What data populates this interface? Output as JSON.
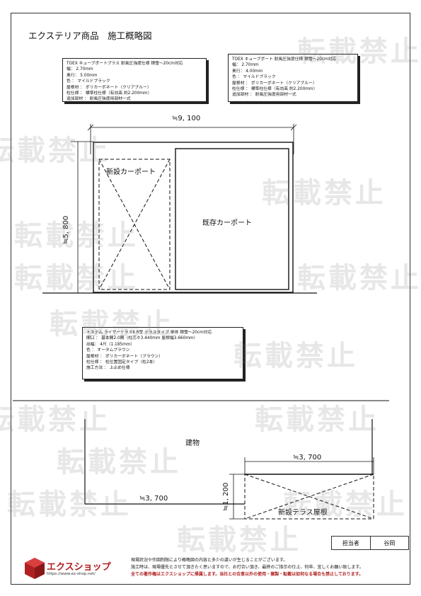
{
  "title": "エクステリア商品　施工概略図",
  "notes": {
    "carport_new": [
      "TOEX キューブポートプラス 耐風圧強度仕様 積雪～20cm対応",
      "幅： 2.70mm",
      "奥行： 5.00mm",
      "色 ： マイルドブラック",
      "屋根材 ： ポリカーボネート（クリアブルー）",
      "柱仕様 ： 標準柱仕様（有効高 約2.200mm）",
      "追加部材 ： 耐風圧強度用部材一式"
    ],
    "carport_existing": [
      "TOEX キューブポート 耐風圧強度仕様 積雪～20cm対応",
      "幅： 2.70mm",
      "奥行： 4.00mm",
      "色 ： マイルドブラック",
      "屋根材 ： ポリカーボネート（クリアブルー）",
      "柱仕様 ： 標準柱仕様（有効高 約2.200mm）",
      "追加部材 ： 耐風圧強度用部材一式"
    ],
    "terrace": [
      "トステム ライザーテラスII R型 テラスタイプ 単体 積雪～20cm対応",
      "間口 ： 基本間2.0間（柱芯々3.440mm 屋根幅3.660mm）",
      "出幅： 4尺（1.185mm）",
      "色 ： オータムブラウン",
      "屋根材 ： ポリカーボネート（ブラウン）",
      "柱仕様 ： 柱位置固定タイプ（柱2本）",
      "施工方法 ： 上止め仕様"
    ]
  },
  "labels": {
    "width_top": "≒9, 100",
    "height_left": "≒5, 800",
    "new_carport": "新設カーポート",
    "existing_carport": "既存カーポート",
    "building": "建物",
    "terrace_width_top": "≒3, 700",
    "terrace_depth": "≒1, 200",
    "terrace_width_bottom": "≒3, 700",
    "new_terrace": "新設テラス屋根"
  },
  "watermark": "転載禁止",
  "footer": {
    "logo_text": "エクスショップ",
    "logo_url": "https://www.ex-shop.net/",
    "line1": "現場状況や作図制限により概略図の内容と多少の違いが生じることがございます。",
    "line2": "施工時は、現場優先とさせて頂きたく思いますので、お打合い頂き、最終のご指示の仕上、何卒、宜しくお願い致します。",
    "line3": "全ての著作権はエクスショップに帰属します。当社との合意以外の使用・複製・転載は如何なる場合も禁止しております。",
    "person_label": "担当者",
    "person_name": "谷岡"
  }
}
